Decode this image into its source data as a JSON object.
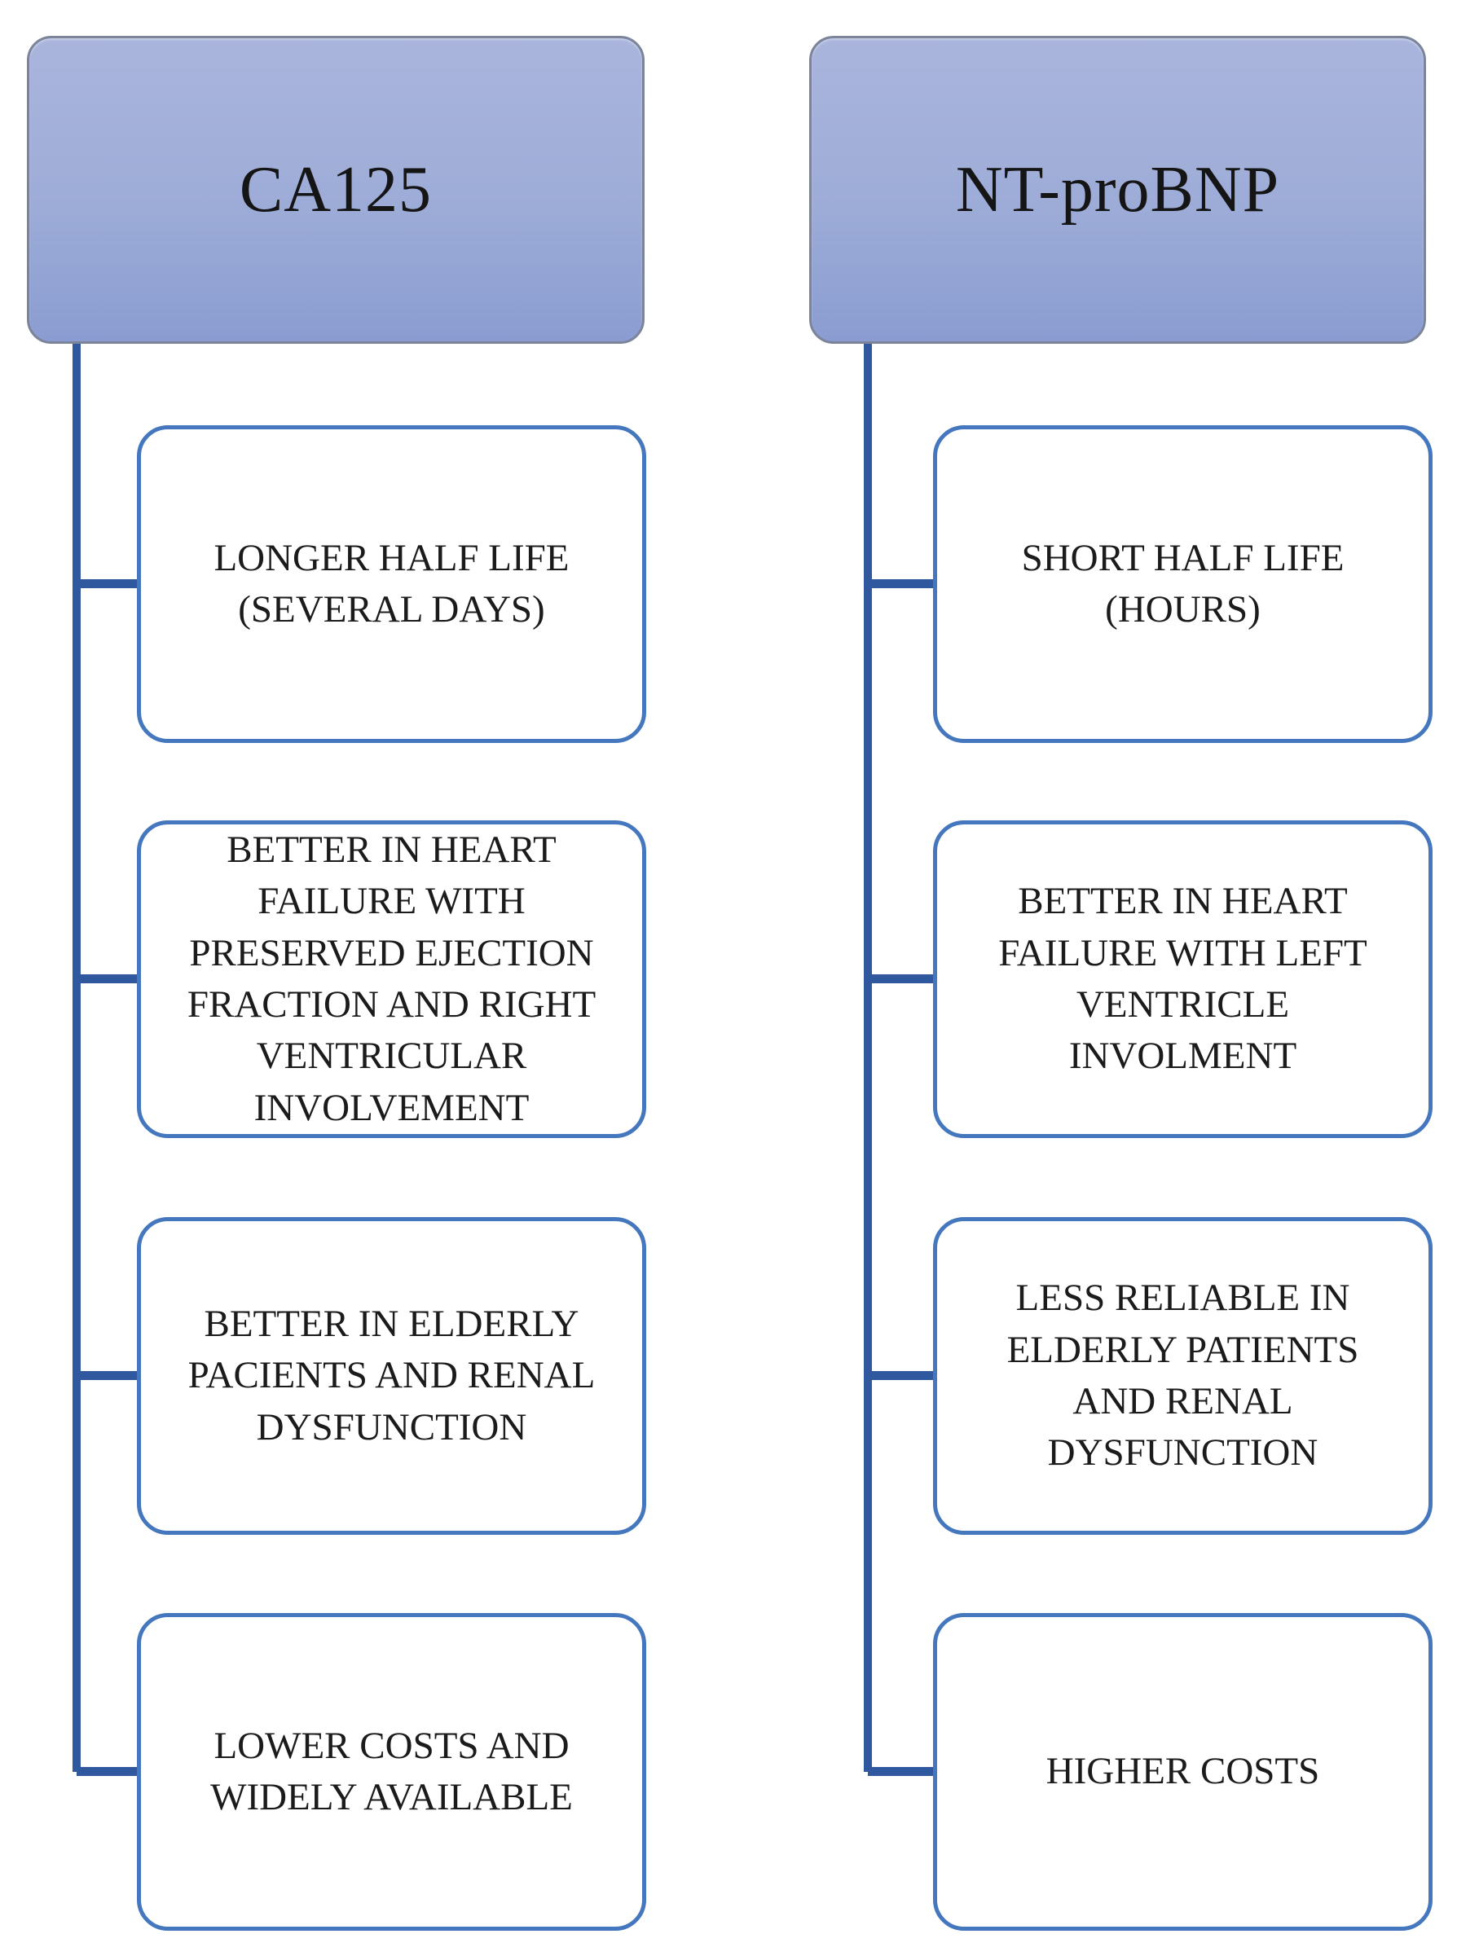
{
  "diagram": {
    "colors": {
      "header_fill_top": "#aab5dd",
      "header_fill_mid": "#9dacd7",
      "header_fill_bottom": "#8a9cd1",
      "header_border": "#7b8499",
      "item_border": "#4577be",
      "connector": "#30589e",
      "text": "#1b1b1b"
    },
    "columns": [
      {
        "header": "CA125",
        "items": [
          [
            "LONGER HALF LIFE",
            "(SEVERAL DAYS)"
          ],
          [
            "BETTER IN HEART",
            "FAILURE WITH",
            "PRESERVED EJECTION",
            "FRACTION AND RIGHT",
            "VENTRICULAR",
            "INVOLVEMENT"
          ],
          [
            "BETTER IN ELDERLY",
            "PACIENTS AND RENAL",
            "DYSFUNCTION"
          ],
          [
            "LOWER COSTS AND",
            "WIDELY AVAILABLE"
          ]
        ]
      },
      {
        "header": "NT-proBNP",
        "items": [
          [
            "SHORT HALF LIFE",
            "(HOURS)"
          ],
          [
            "BETTER IN HEART",
            "FAILURE WITH LEFT",
            "VENTRICLE",
            "INVOLMENT"
          ],
          [
            "LESS RELIABLE IN",
            "ELDERLY PATIENTS",
            "AND RENAL",
            "DYSFUNCTION"
          ],
          [
            "HIGHER COSTS"
          ]
        ]
      }
    ]
  }
}
